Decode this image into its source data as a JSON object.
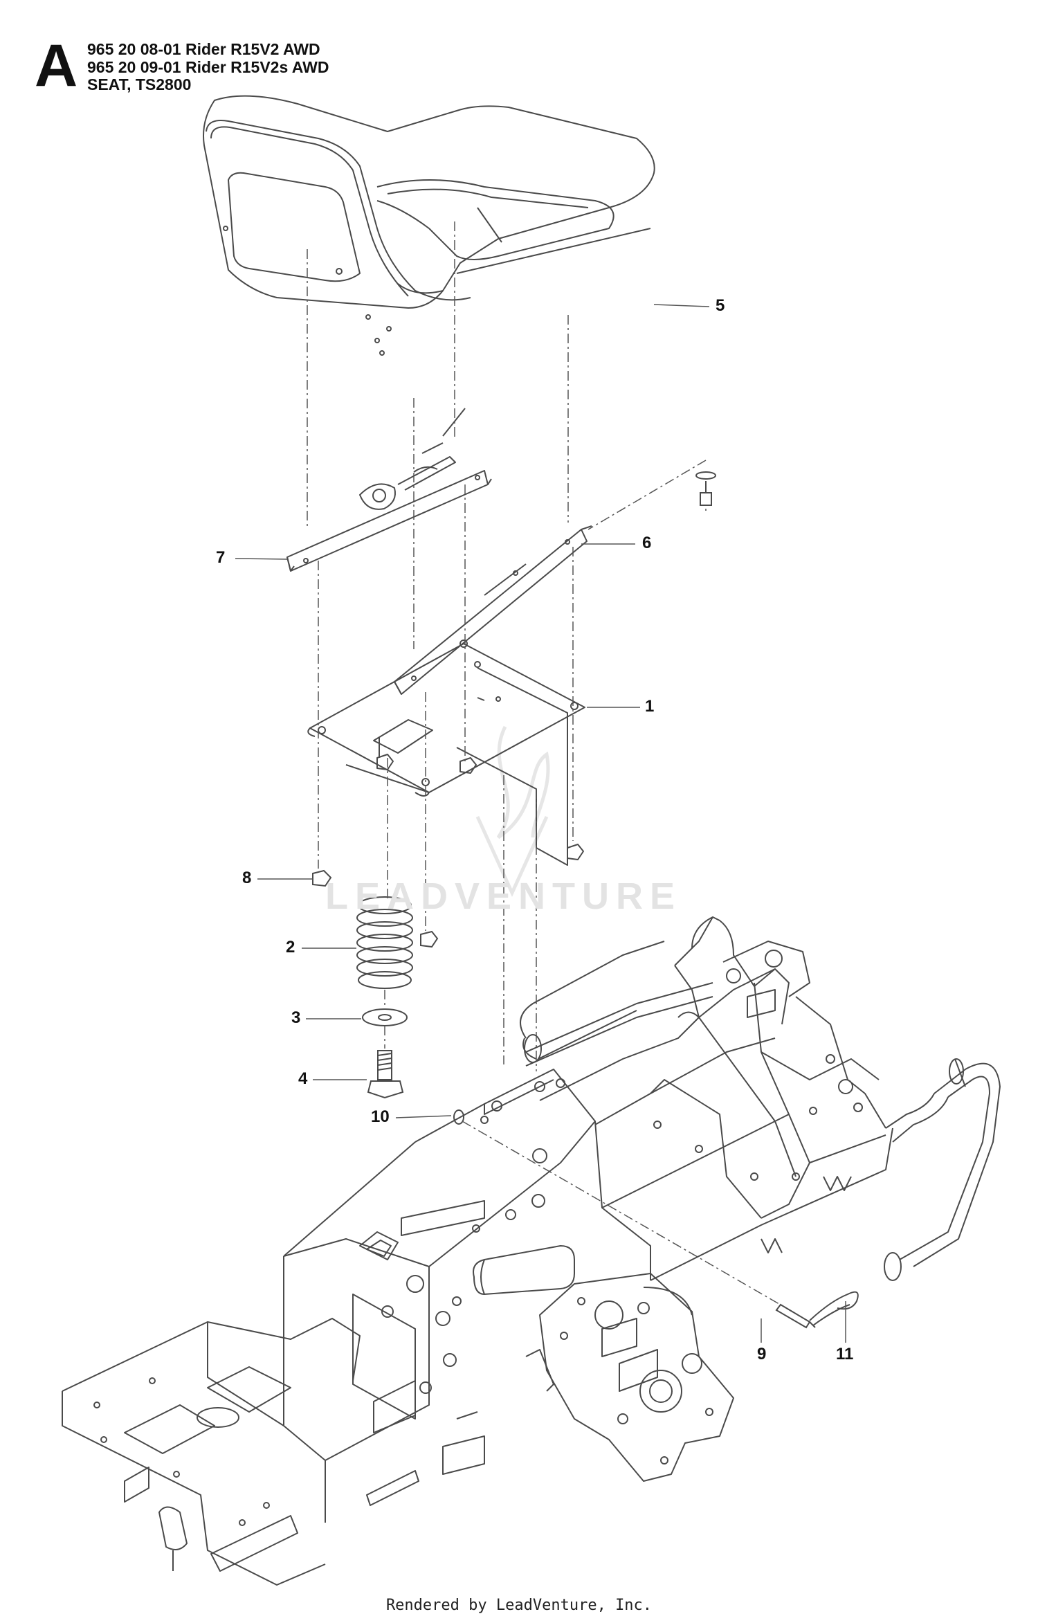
{
  "header": {
    "section": "A",
    "lines": [
      "965 20 08-01 Rider R15V2 AWD",
      "965 20 09-01 Rider R15V2s AWD",
      "SEAT, TS2800"
    ]
  },
  "callouts": [
    "1",
    "2",
    "3",
    "4",
    "5",
    "6",
    "7",
    "8",
    "9",
    "10",
    "11"
  ],
  "watermark": "LEADVENTURE",
  "footer": "Rendered by LeadVenture, Inc.",
  "colors": {
    "line": "#4a4a4a",
    "leader": "#555555",
    "watermark": "#e3e3e3"
  }
}
